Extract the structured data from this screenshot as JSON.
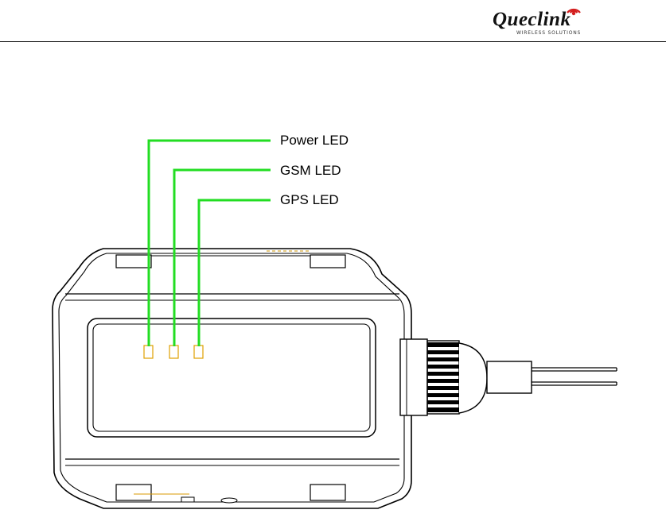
{
  "brand": {
    "logo_text": "Queclink",
    "logo_tagline": "WIRELESS SOLUTIONS"
  },
  "callouts": {
    "power_led": "Power LED",
    "gsm_led": "GSM LED",
    "gps_led": "GPS LED"
  },
  "colors": {
    "callout_line": "#22dd22",
    "led_marker": "#e0a000",
    "outline": "#000000"
  }
}
